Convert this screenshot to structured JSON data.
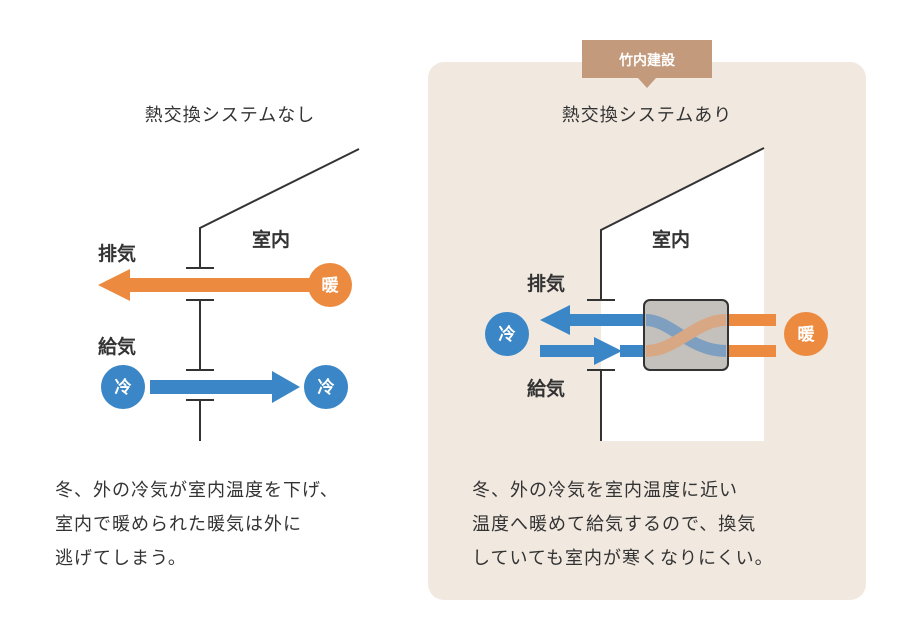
{
  "colors": {
    "warm": "#ec8b3f",
    "cool": "#3a86c6",
    "panel": "#f1e8e0",
    "badge": "#c49a7d",
    "exchanger": "#bdb9b6"
  },
  "left": {
    "title": "熱交換システムなし",
    "room": "室内",
    "exhaust": "排気",
    "supply": "給気",
    "warm": "暖",
    "cold_in": "冷",
    "cold_out": "冷",
    "caption": [
      "冬、外の冷気が室内温度を下げ、",
      "室内で暖められた暖気は外に",
      "逃げてしまう。"
    ]
  },
  "right": {
    "badge": "竹内建設",
    "title": "熱交換システムあり",
    "room": "室内",
    "exhaust": "排気",
    "supply": "給気",
    "warm": "暖",
    "cold": "冷",
    "caption": [
      "冬、外の冷気を室内温度に近い",
      "温度へ暖めて給気するので、換気",
      "していても室内が寒くなりにくい。"
    ]
  }
}
